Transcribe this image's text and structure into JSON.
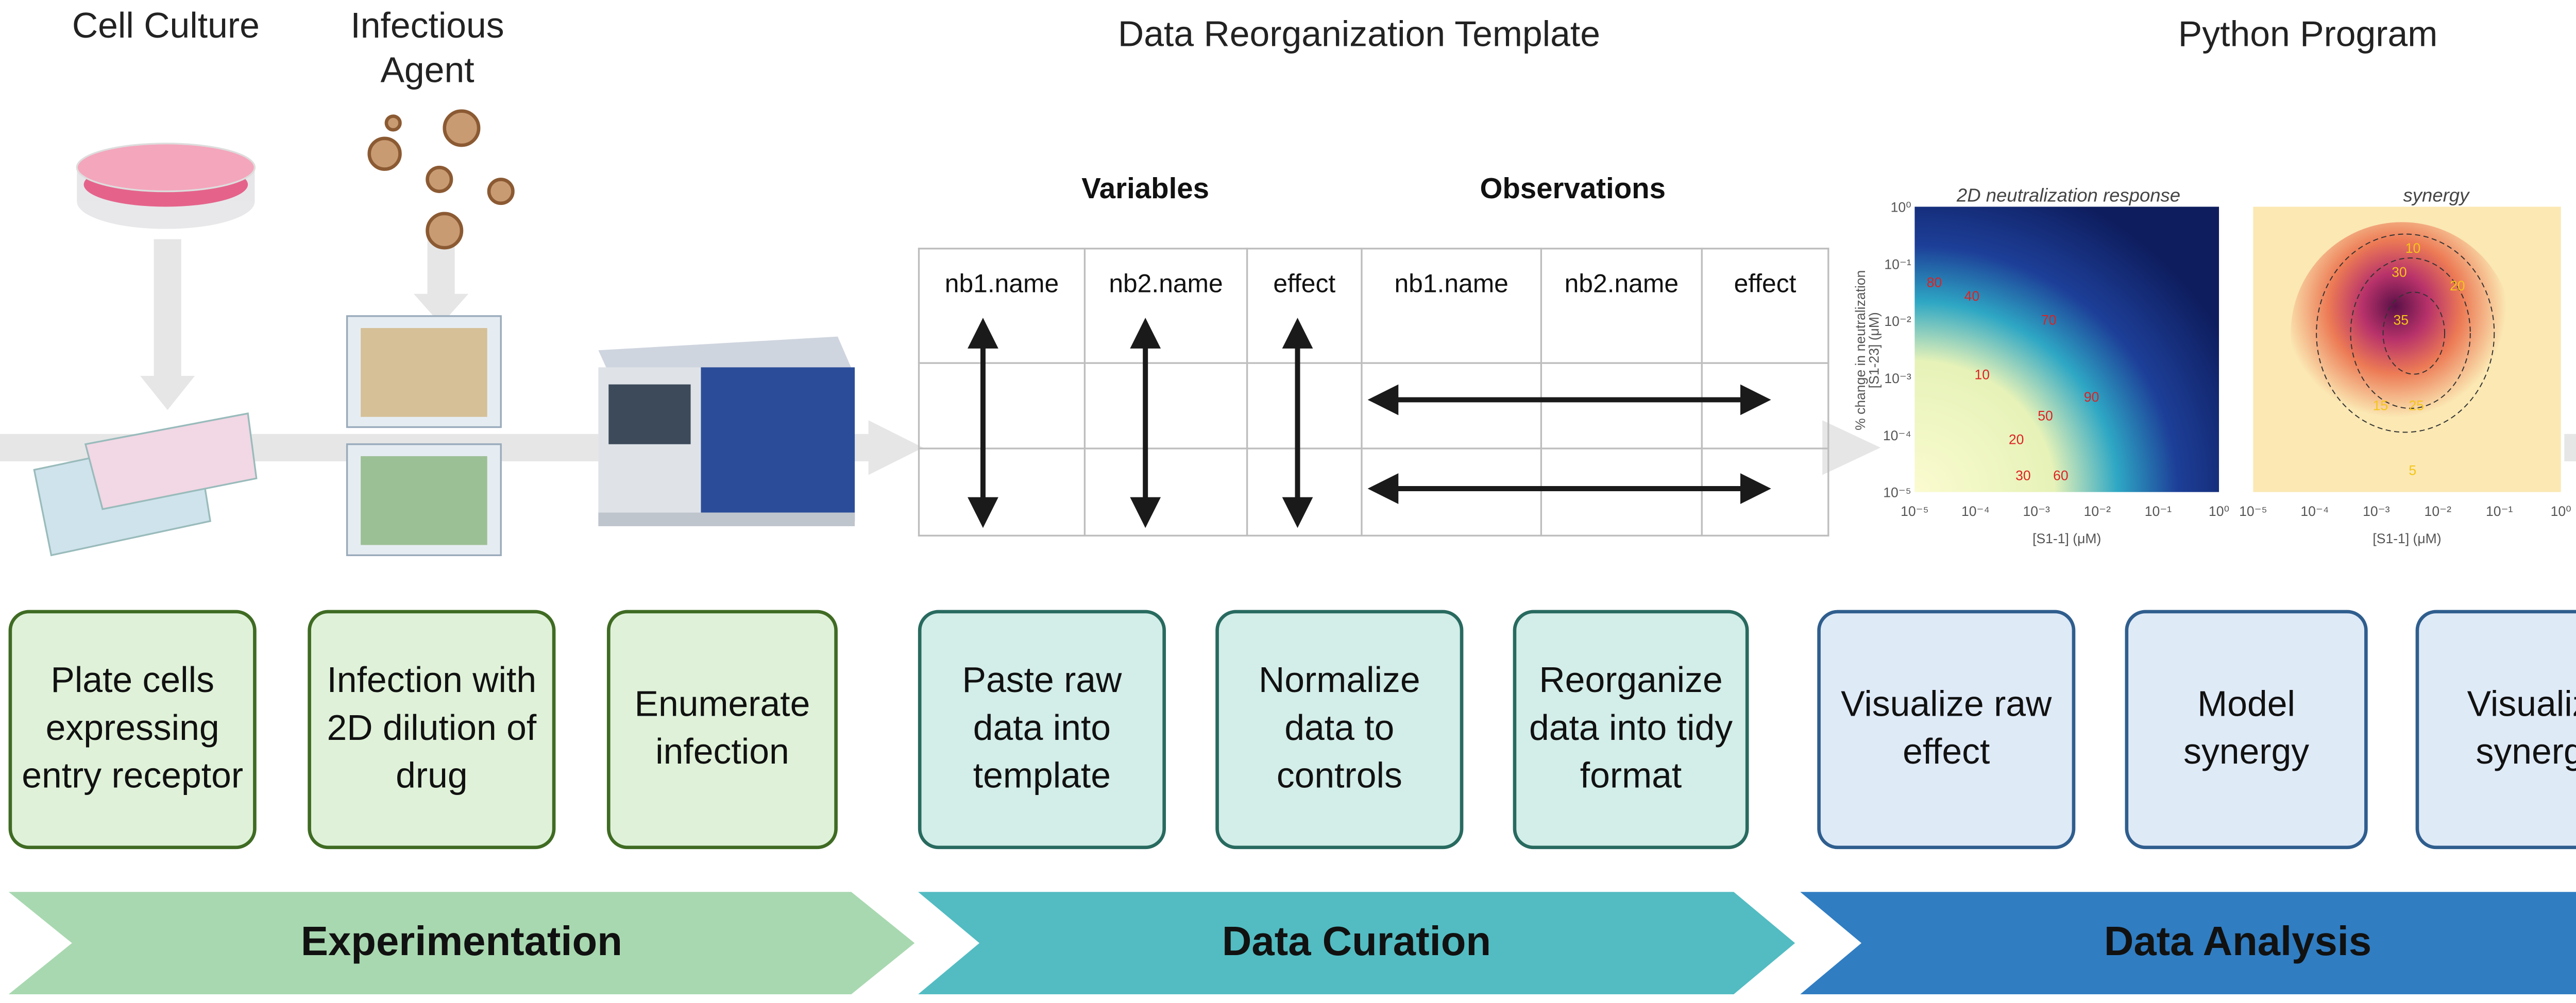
{
  "experimentation": {
    "cell_culture_title": "Cell Culture",
    "infectious_agent_title": "Infectious Agent",
    "steps": [
      "Plate cells expressing entry receptor",
      "Infection with 2D dilution of drug",
      "Enumerate infection"
    ],
    "phase_label": "Experimentation",
    "color": "#a8d8b0"
  },
  "curation": {
    "title": "Data Reorganization Template",
    "variables_label": "Variables",
    "observations_label": "Observations",
    "columns": [
      "nb1.name",
      "nb2.name",
      "effect",
      "nb1.name",
      "nb2.name",
      "effect"
    ],
    "steps": [
      "Paste raw data into template",
      "Normalize data to controls",
      "Reorganize data into tidy format"
    ],
    "phase_label": "Data Curation",
    "color": "#52bcc2"
  },
  "analysis": {
    "title": "Python Program",
    "steps": [
      "Visualize raw effect",
      "Model synergy",
      "Visualize synergy"
    ],
    "phase_label": "Data Analysis",
    "color": "#307dc2"
  },
  "plots": {
    "response": {
      "title": "2D neutralization response",
      "ylabel": "% change in neutralization",
      "ylabel2": "[S1-23] (μM)",
      "xlabel": "[S1-1] (μM)",
      "ticks": [
        "10⁻⁵",
        "10⁻⁴",
        "10⁻³",
        "10⁻²",
        "10⁻¹",
        "10⁰"
      ],
      "contour_labels": [
        "10",
        "20",
        "30",
        "40",
        "50",
        "60",
        "70",
        "80",
        "90"
      ],
      "colormap": [
        "#fbfbd0",
        "#2ea7c4",
        "#0e1d5e"
      ]
    },
    "synergy": {
      "title": "synergy",
      "xlabel": "[S1-1] (μM)",
      "ticks": [
        "10⁻⁵",
        "10⁻⁴",
        "10⁻³",
        "10⁻²",
        "10⁻¹",
        "10⁰"
      ],
      "contour_labels": [
        "5",
        "10",
        "15",
        "20",
        "25",
        "30",
        "35"
      ],
      "colormap": [
        "#fbe8b3",
        "#ec7a55",
        "#5a1048"
      ]
    }
  }
}
